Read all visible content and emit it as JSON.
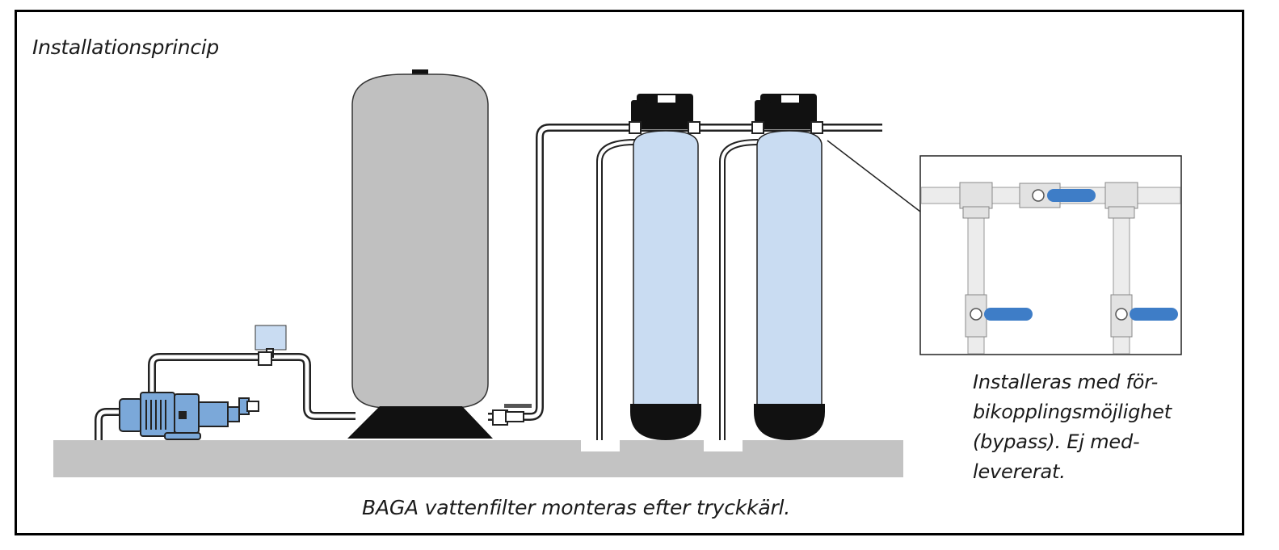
{
  "title": "Installationsprincip",
  "caption": "BAGA vattenfilter monteras efter tryckkärl.",
  "bypass_note": {
    "lines": [
      "Installeras med för-",
      "bikopplingsmöjlighet",
      "(bypass). Ej med-",
      "levererat."
    ]
  },
  "colors": {
    "filter_blue": "#c9dcf2",
    "pump_blue": "#7ba8d9",
    "tank_gray": "#c0c0c0",
    "floor_gray": "#c3c3c3",
    "valve_handle": "#3e7dc7",
    "black": "#111111"
  }
}
